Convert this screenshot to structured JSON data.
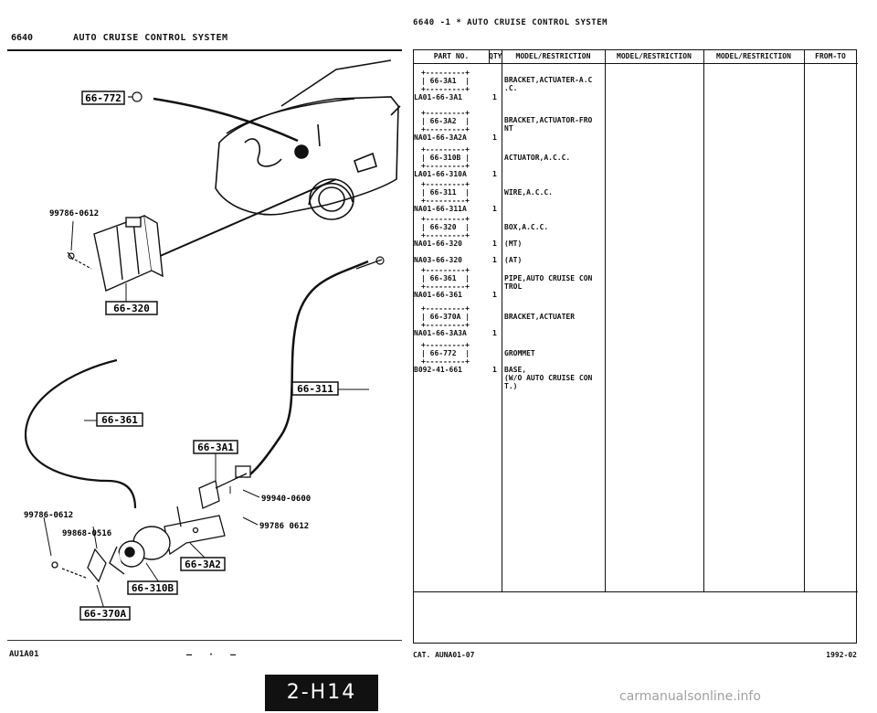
{
  "left": {
    "section_code": "6640",
    "section_title": "AUTO CRUISE CONTROL SYSTEM",
    "footer_ref": "AU1A01",
    "footer_dashes": "— · —",
    "callouts": {
      "c772": "66-772",
      "c320": "66-320",
      "c311": "66-311",
      "c361": "66-361",
      "c3A1": "66-3A1",
      "c3A2": "66-3A2",
      "c310B": "66-310B",
      "c370A": "66-370A"
    },
    "bolt_labels": {
      "b1": "99786-0612",
      "b2": "99940-0600",
      "b3": "99786-0612",
      "b4": "99786 0612",
      "b5": "99868-0516"
    }
  },
  "right": {
    "header": "6640 -1 * AUTO CRUISE CONTROL SYSTEM",
    "columns": {
      "part_no": "PART NO.",
      "qty": "QTY",
      "mr1": "MODEL/RESTRICTION",
      "mr2": "MODEL/RESTRICTION",
      "mr3": "MODEL/RESTRICTION",
      "from_to": "FROM-TO"
    },
    "parts": [
      {
        "ref": "66-3A1",
        "number": "LA01-66-3A1",
        "qty": "1",
        "desc": "BRACKET,ACTUATER-A.C\n.C."
      },
      {
        "ref": "66-3A2",
        "number": "NA01-66-3A2A",
        "qty": "1",
        "desc": "BRACKET,ACTUATOR-FRO\nNT"
      },
      {
        "ref": "66-310B",
        "number": "LA01-66-310A",
        "qty": "1",
        "desc": "ACTUATOR,A.C.C."
      },
      {
        "ref": "66-311",
        "number": "NA01-66-311A",
        "qty": "1",
        "desc": "WIRE,A.C.C."
      },
      {
        "ref": "66-320",
        "number": "NA01-66-320",
        "qty": "1",
        "desc": "BOX,A.C.C.",
        "sub_desc": "(MT)",
        "alt_number": "NA03-66-320",
        "alt_qty": "1",
        "alt_desc": "(AT)"
      },
      {
        "ref": "66-361",
        "number": "NA01-66-361",
        "qty": "1",
        "desc": "PIPE,AUTO CRUISE CON\nTROL"
      },
      {
        "ref": "66-370A",
        "number": "NA01-66-3A3A",
        "qty": "1",
        "desc": "BRACKET,ACTUATER"
      },
      {
        "ref": "66-772",
        "number": "B092-41-661",
        "qty": "1",
        "desc": "GROMMET",
        "sub_desc": "BASE,\n(W/O AUTO CRUISE CON\nT.)"
      }
    ],
    "footer_cat": "CAT. AUNA01-07",
    "footer_date": "1992-02"
  },
  "page_tab": "2-H14",
  "watermark": "carmanualsonline.info"
}
